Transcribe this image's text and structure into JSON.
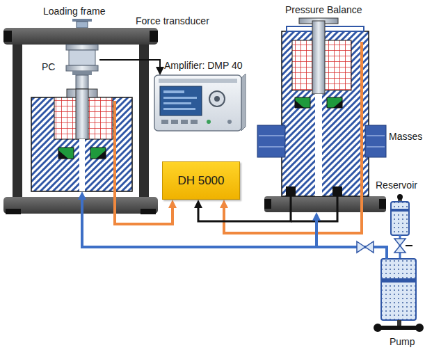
{
  "diagram": {
    "nodes": [
      {
        "text": [
          "Loading frame"
        ]
      },
      {
        "text": [
          "Force transducer"
        ],
        "in": 0
      },
      {
        "text": [
          "PC"
        ],
        "in": 0
      },
      {
        "text": [
          "Amplifier: DMP 40"
        ]
      },
      {
        "text": [
          "DH 5000"
        ]
      },
      {
        "text": [
          "Pressure Balance"
        ]
      },
      {
        "text": [
          "Masses"
        ],
        "in": 5
      },
      {
        "text": [
          "Reservoir"
        ]
      },
      {
        "text": [
          "Pump"
        ]
      }
    ],
    "edges": [
      {
        "from": 1,
        "to": 3,
        "arrow": "to"
      },
      {
        "from": 2,
        "to": 4,
        "arrow": "to"
      },
      {
        "from": 5,
        "to": 4,
        "arrow": "to"
      },
      {
        "from": 5,
        "to": 4,
        "arrow": "to"
      },
      {
        "from": 8,
        "to": 2,
        "arrow": "to"
      },
      {
        "from": 8,
        "to": 5,
        "arrow": "to"
      }
    ]
  }
}
